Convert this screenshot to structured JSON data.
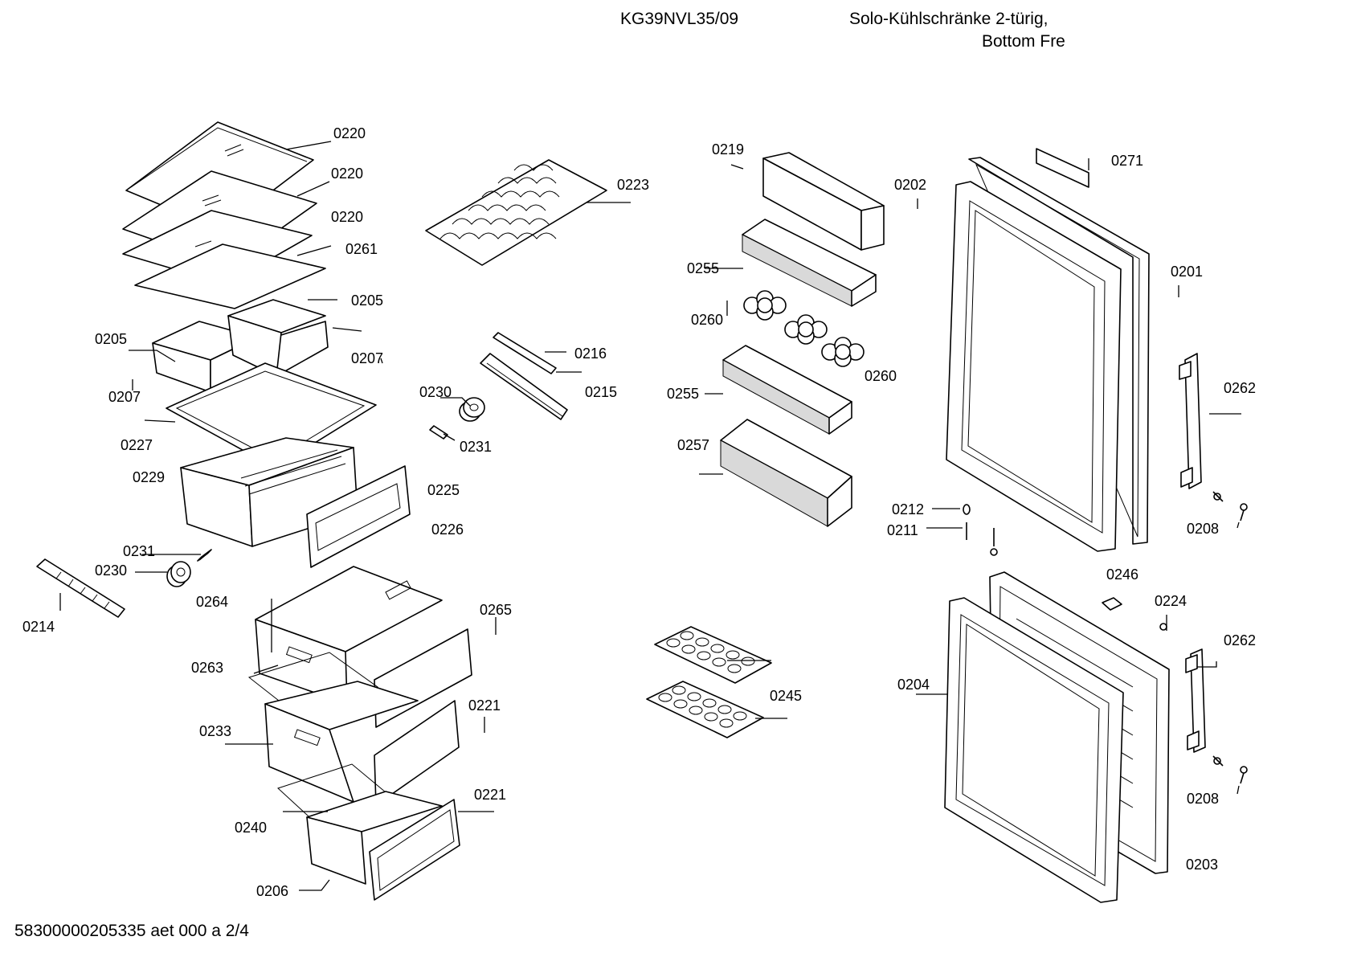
{
  "header": {
    "model": "KG39NVL35/09",
    "description_line1": "Solo-Kühlschränke 2-türig,",
    "description_line2": "Bottom Fre"
  },
  "footer": {
    "document_ref": "58300000205335 aet 000 a 2/4"
  },
  "part_labels": {
    "p0220a": "0220",
    "p0220b": "0220",
    "p0220c": "0220",
    "p0261": "0261",
    "p0205a": "0205",
    "p0205b": "0205",
    "p0207a": "0207",
    "p0207b": "0207",
    "p0227": "0227",
    "p0229": "0229",
    "p0225": "0225",
    "p0226": "0226",
    "p0223": "0223",
    "p0216": "0216",
    "p0215": "0215",
    "p0230a": "0230",
    "p0231a": "0231",
    "p0231b": "0231",
    "p0230b": "0230",
    "p0264": "0264",
    "p0214": "0214",
    "p0265": "0265",
    "p0263": "0263",
    "p0221a": "0221",
    "p0233": "0233",
    "p0221b": "0221",
    "p0240": "0240",
    "p0206": "0206",
    "p0219": "0219",
    "p0255a": "0255",
    "p0260a": "0260",
    "p0260b": "0260",
    "p0255b": "0255",
    "p0257": "0257",
    "p0245": "0245",
    "p0202": "0202",
    "p0271": "0271",
    "p0201": "0201",
    "p0262a": "0262",
    "p0212": "0212",
    "p0211": "0211",
    "p0208a": "0208",
    "p0246": "0246",
    "p0224": "0224",
    "p0262b": "0262",
    "p0204": "0204",
    "p0208b": "0208",
    "p0203": "0203"
  }
}
